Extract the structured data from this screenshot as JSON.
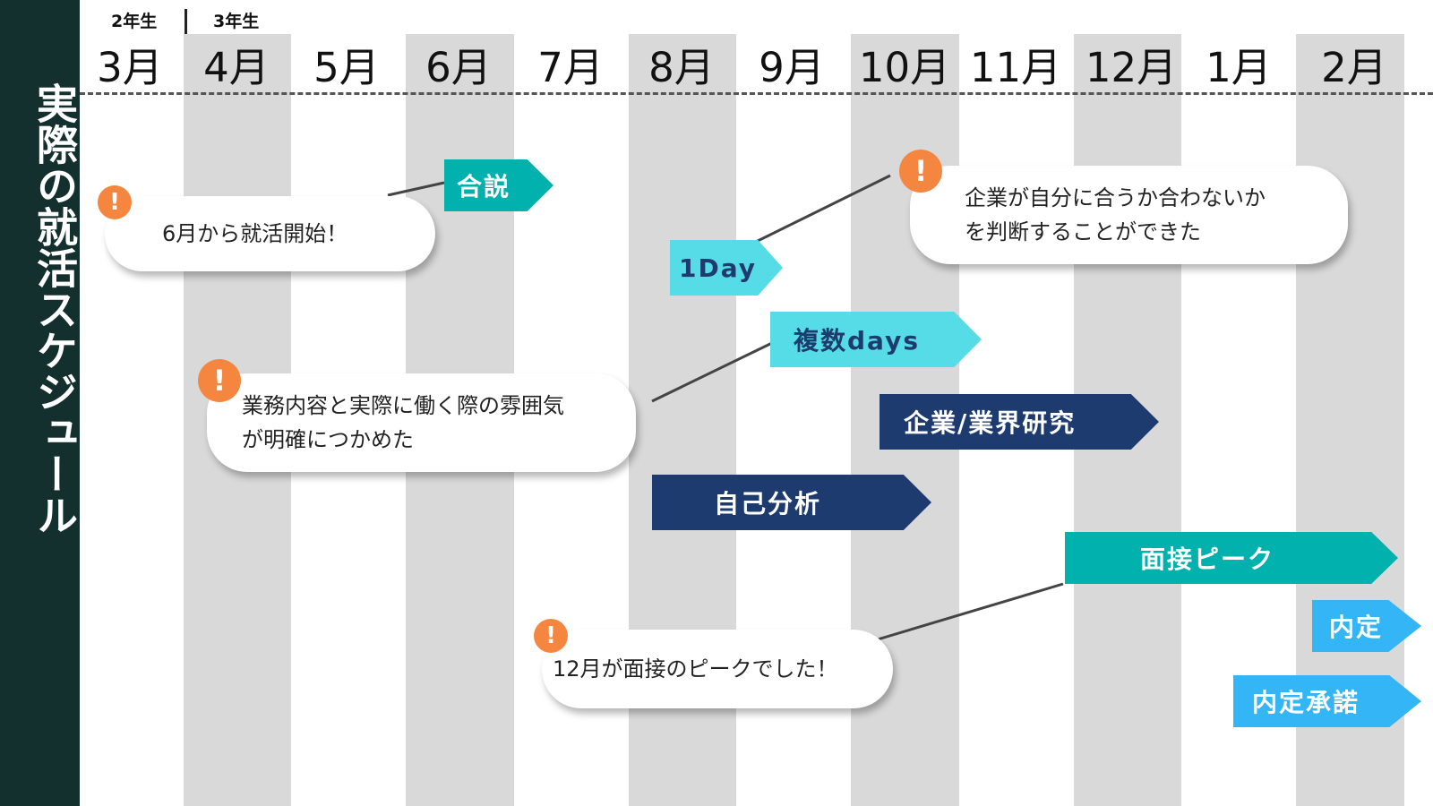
{
  "sidebar": {
    "title": "実際の就活スケジュール"
  },
  "grades": {
    "left": "2年生",
    "right": "3年生"
  },
  "months": [
    "3月",
    "4月",
    "5月",
    "6月",
    "7月",
    "8月",
    "9月",
    "10月",
    "11月",
    "12月",
    "1月",
    "2月"
  ],
  "bars": {
    "gosetsu": "合説",
    "oneday": "1Day",
    "multidays": "複数days",
    "research": "企業/業界研究",
    "selfanalysis": "自己分析",
    "interview": "面接ピーク",
    "naitei": "内定",
    "acceptance": "内定承諾"
  },
  "callouts": {
    "start": "6月から就活開始！",
    "multidays_line1": "業務内容と実際に働く際の雰囲気",
    "multidays_line2": "が明確につかめた",
    "oneday_line1": "企業が自分に合うか合わないか",
    "oneday_line2": "を判断することができた",
    "interview": "12月が面接のピークでした！"
  },
  "icons": {
    "warning": "!"
  },
  "colors": {
    "sidebar": "#14302e",
    "stripe": "#d9d9d9",
    "teal": "#00b1ad",
    "light_cyan": "#56dce6",
    "navy": "#1e3b70",
    "sky_blue": "#33b5f6",
    "warning": "#f58640"
  }
}
